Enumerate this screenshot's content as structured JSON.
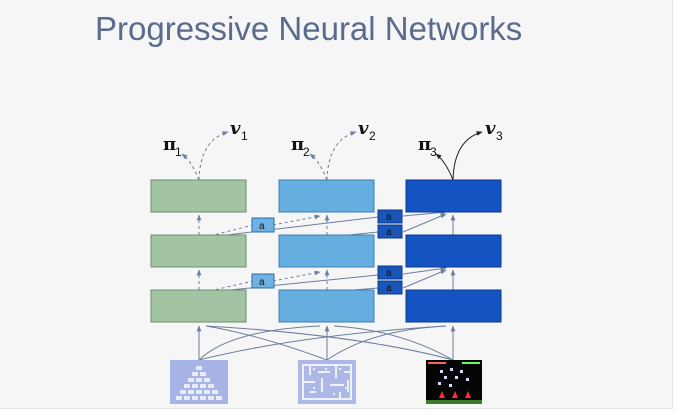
{
  "slide": {
    "title": "Progressive Neural Networks"
  },
  "diagram": {
    "columns": [
      {
        "policy_symbol": "π",
        "policy_subscript": "1",
        "value_symbol": "v",
        "value_subscript": "1",
        "color": "#a3c4a3",
        "border": "#6d8f6d",
        "input": "pyramid-game-frame-icon"
      },
      {
        "policy_symbol": "π",
        "policy_subscript": "2",
        "value_symbol": "v",
        "value_subscript": "2",
        "color": "#67aee0",
        "border": "#3d7fb0",
        "input": "maze-game-frame-icon"
      },
      {
        "policy_symbol": "π",
        "policy_subscript": "3",
        "value_symbol": "v",
        "value_subscript": "3",
        "color": "#1353c2",
        "border": "#0b3a8c",
        "input": "space-shooter-game-frame-icon"
      }
    ],
    "adapters": [
      "a",
      "a",
      "a",
      "a",
      "a",
      "a"
    ],
    "colors": {
      "adapter_light": "#6eb2e6",
      "adapter_dark": "#1a55b8",
      "arrow": "#6d7e9e"
    }
  }
}
